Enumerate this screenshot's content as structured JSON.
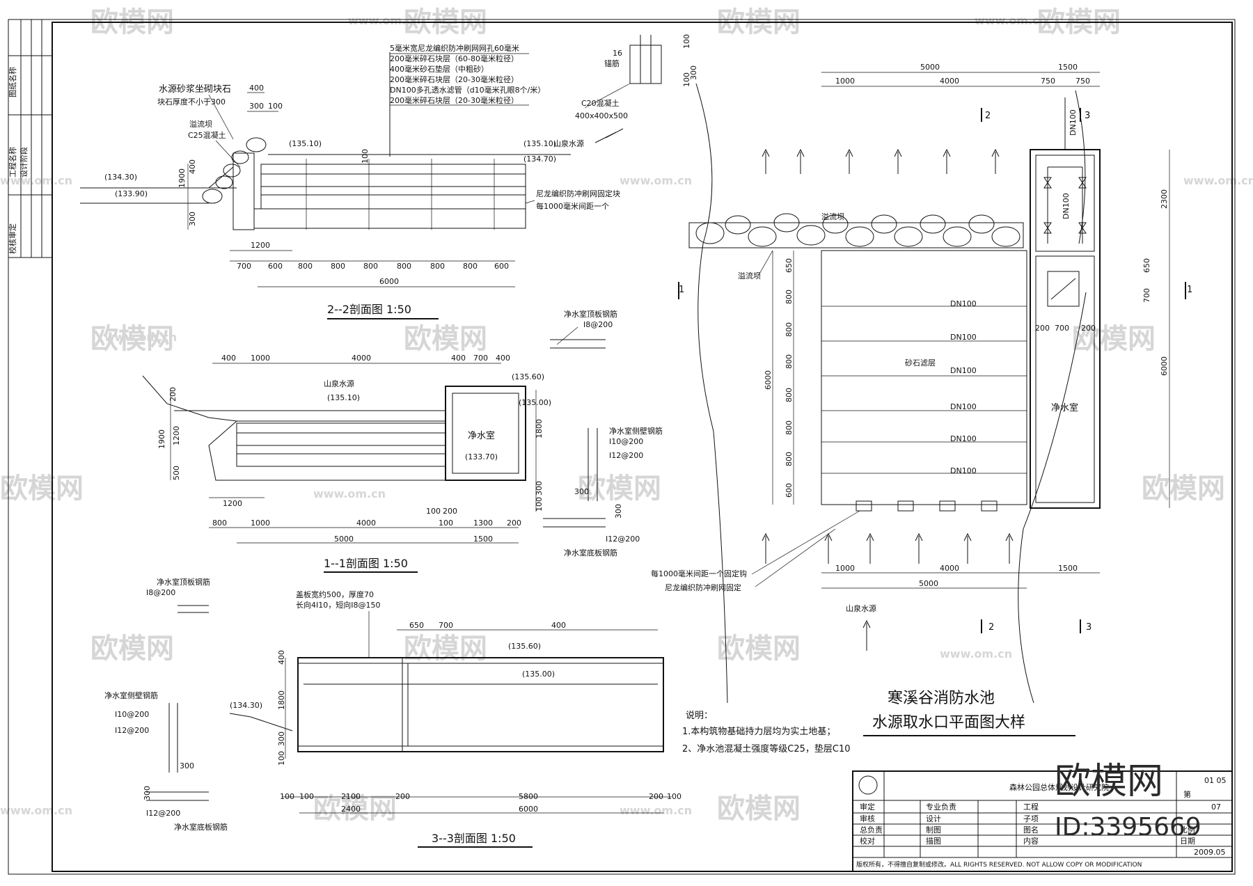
{
  "watermark": {
    "brand": "欧模网",
    "site": "www.om.cn",
    "id": "ID:3395669"
  },
  "left_strip": [
    "图纸名称",
    "工程名称",
    "设计阶段",
    "校核审定"
  ],
  "section22": {
    "title": "2--2剖面图 1:50",
    "notes": [
      "5毫米宽尼龙编织防冲刷网网孔60毫米",
      "200毫米碎石块层（60-80毫米粒径）",
      "400毫米砂石垫层（中粗砂）",
      "200毫米碎石块层（20-30毫米粒径）",
      "DN100多孔透水滤管（d10毫米孔眼8个/米）",
      "200毫米碎石块层（20-30毫米粒径）"
    ],
    "left_labels": [
      "水源砂浆坐砌块石",
      "块石厚度不小于300",
      "溢流坝",
      "C25混凝土"
    ],
    "levels": [
      "(135.10)",
      "(135.10)",
      "(134.70)",
      "(134.30)",
      "(133.90)"
    ],
    "right_labels": [
      "山泉水源",
      "尼龙编织防冲刷网固定块",
      "每1000毫米间距一个"
    ],
    "dims_top": [
      "400",
      "300",
      "100"
    ],
    "dims_v": [
      "400",
      "1900",
      "300",
      "100"
    ],
    "dim_1200": "1200",
    "dims_bottom": [
      "700",
      "600",
      "800",
      "800",
      "800",
      "800",
      "800",
      "800",
      "600"
    ],
    "dim_total": "6000",
    "anchor": {
      "label": "锚筋",
      "dia": "16",
      "concrete": "C20混凝土",
      "size": "400x400x500",
      "dims": [
        "300",
        "100",
        "100"
      ]
    }
  },
  "section11": {
    "title": "1--1剖面图 1:50",
    "dims_top": [
      "400",
      "1000",
      "4000",
      "400",
      "700",
      "400"
    ],
    "labels": [
      "山泉水源",
      "净水室"
    ],
    "levels": [
      "(135.10)",
      "(135.60)",
      "(135.00)",
      "(133.70)"
    ],
    "dims_v_left": [
      "200",
      "1900",
      "1200",
      "500"
    ],
    "dims_v_right": [
      "1800",
      "300",
      "100"
    ],
    "dim_1200": "1200",
    "dims_b1": [
      "100",
      "200"
    ],
    "dims_b2": [
      "800",
      "1000",
      "4000",
      "100",
      "1300",
      "200"
    ],
    "dims_b3": [
      "5000",
      "1500"
    ],
    "top_slab": {
      "label": "净水室顶板钢筋",
      "spec": "Ⅰ8@200"
    },
    "wall": {
      "label": "净水室侧壁钢筋",
      "spec1": "Ⅰ10@200",
      "spec2": "Ⅰ12@200",
      "dim": "300"
    },
    "bottom": {
      "label": "净水室底板钢筋",
      "spec": "Ⅰ12@200",
      "dim": "300"
    }
  },
  "section33": {
    "title": "3--3剖面图 1:50",
    "cover": [
      "盖板宽约500，厚度70",
      "长向4Ⅰ10，短向Ⅰ8@150"
    ],
    "dims_top": [
      "650",
      "700",
      "400"
    ],
    "levels": [
      "(135.60)",
      "(135.00)",
      "(134.30)"
    ],
    "dims_v": [
      "400",
      "1800",
      "300",
      "100"
    ],
    "top_slab": {
      "label": "净水室顶板钢筋",
      "spec": "Ⅰ8@200"
    },
    "wall": {
      "label": "净水室侧壁钢筋",
      "spec1": "Ⅰ10@200",
      "spec2": "Ⅰ12@200",
      "dim": "300"
    },
    "bottom": {
      "label": "净水室底板钢筋",
      "spec": "Ⅰ12@200",
      "dim": "300"
    },
    "dims_b1": [
      "100",
      "100",
      "2100",
      "200",
      "5800",
      "200",
      "100"
    ],
    "dims_b2": [
      "2400",
      "6000"
    ]
  },
  "plan": {
    "dims_top1": [
      "5000",
      "1500"
    ],
    "dims_top2": [
      "1000",
      "4000",
      "750",
      "750"
    ],
    "dims_right": [
      "2300",
      "650",
      "700",
      "6000"
    ],
    "dims_left": [
      "650",
      "800",
      "800",
      "800",
      "800",
      "800",
      "800",
      "600",
      "6000"
    ],
    "dims_bottom1": [
      "1000",
      "4000",
      "1500"
    ],
    "dim_bottom_total": "5000",
    "pipe_labels": [
      "DN100",
      "DN100",
      "DN100",
      "DN100",
      "DN100",
      "DN100"
    ],
    "vert_pipes": [
      "DN100",
      "DN100"
    ],
    "room_dims": [
      "200",
      "700",
      "200"
    ],
    "labels": [
      "溢流坝",
      "溢流坝",
      "砂石滤层",
      "净水室",
      "山泉水源"
    ],
    "notes": [
      "每1000毫米间距一个固定钩",
      "尼龙编织防冲刷网固定"
    ],
    "section_marks": [
      "1",
      "1",
      "2",
      "2",
      "3",
      "3"
    ]
  },
  "title_block": {
    "title1": "寒溪谷消防水池",
    "title2": "水源取水口平面图大样",
    "notes_head": "说明：",
    "notes": [
      "1.本构筑物基础持力层均为实土地基；",
      "2、净水池混凝土强度等级C25，垫层C10"
    ],
    "company": "森林公园总体规划设计研究院",
    "rows": [
      "审定",
      "专业负责",
      "工程",
      "审核",
      "设计",
      "子项",
      "总负责",
      "制图",
      "图名",
      "校对",
      "描图",
      "内容"
    ],
    "sheet": [
      "01 05",
      "第",
      "07",
      "2009.05",
      "日期",
      "比例"
    ],
    "copyright": "版权所有，不得擅自复制或修改。ALL RIGHTS RESERVED. NOT ALLOW COPY OR MODIFICATION"
  }
}
